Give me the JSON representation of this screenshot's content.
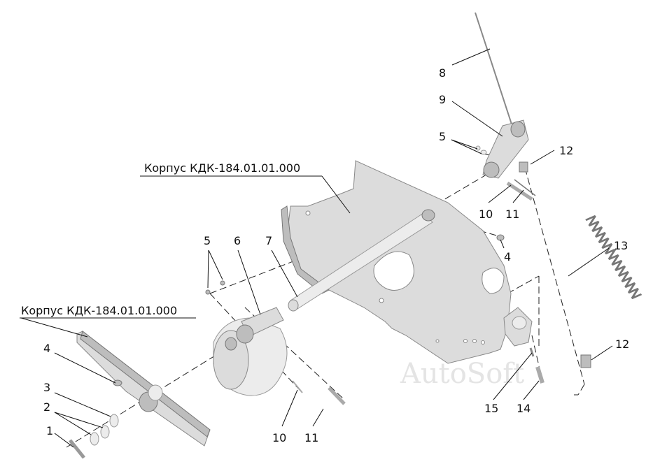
{
  "title_labels": {
    "housing_upper": "Корпус КДК-184.01.01.000",
    "housing_lower": "Корпус КДК-184.01.01.000"
  },
  "callouts": {
    "n1": "1",
    "n2": "2",
    "n3": "3",
    "n4_left": "4",
    "n4_right": "4",
    "n5_left": "5",
    "n5_right": "5",
    "n6": "6",
    "n7": "7",
    "n8": "8",
    "n9": "9",
    "n10_top": "10",
    "n10_bottom": "10",
    "n11_top": "11",
    "n11_bottom": "11",
    "n12_top": "12",
    "n12_bottom": "12",
    "n13": "13",
    "n14": "14",
    "n15": "15"
  },
  "watermark": "AutoSoft"
}
